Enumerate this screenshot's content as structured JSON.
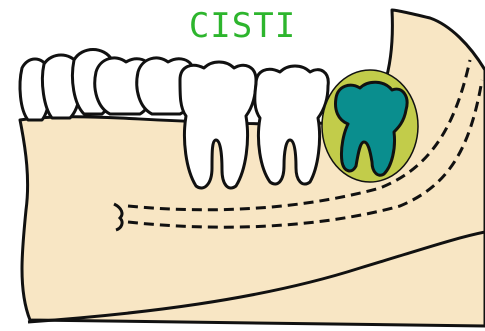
{
  "title": "CISTI",
  "colors": {
    "title": "#2db52d",
    "jaw_fill": "#f8e6c4",
    "outline": "#111111",
    "tooth_fill": "#ffffff",
    "cyst_fill": "#c2cc4a",
    "impacted_tooth_fill": "#0a8e8e"
  },
  "parts": [
    "mandible",
    "molar-row",
    "cyst",
    "impacted-third-molar",
    "mandibular-canal"
  ]
}
